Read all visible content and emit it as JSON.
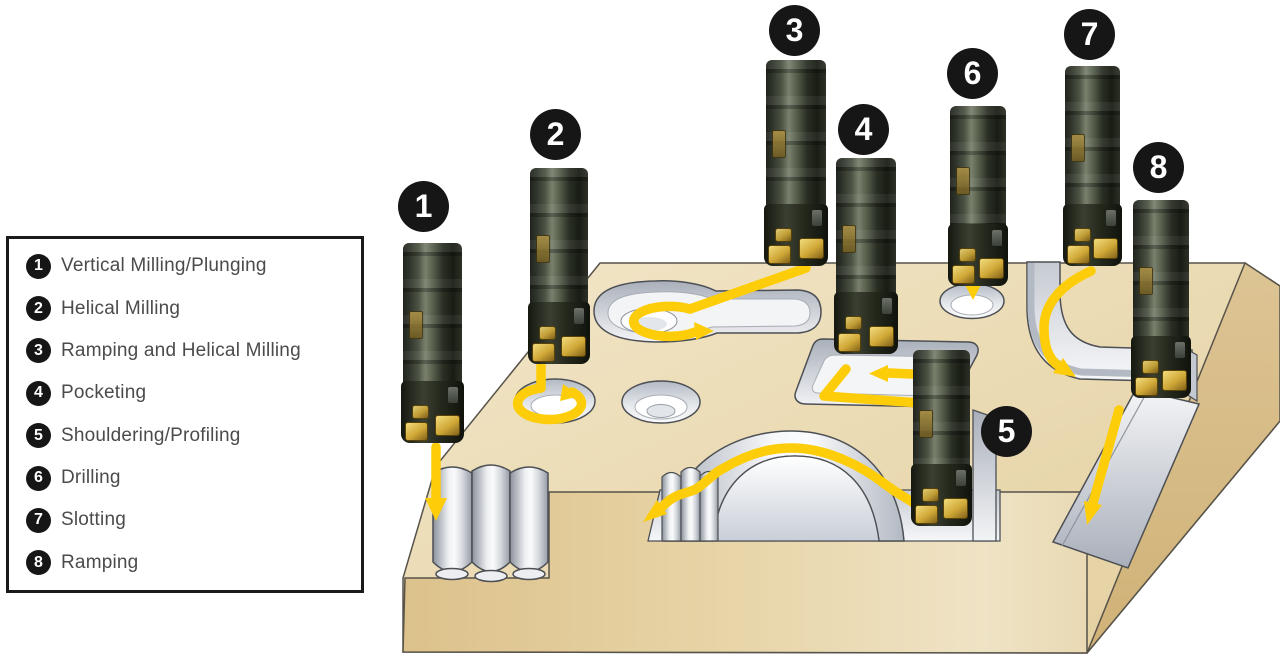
{
  "legend": {
    "items": [
      {
        "number": "1",
        "label": "Vertical Milling/Plunging"
      },
      {
        "number": "2",
        "label": "Helical Milling"
      },
      {
        "number": "3",
        "label": "Ramping and Helical Milling"
      },
      {
        "number": "4",
        "label": "Pocketing"
      },
      {
        "number": "5",
        "label": "Shouldering/Profiling"
      },
      {
        "number": "6",
        "label": "Drilling"
      },
      {
        "number": "7",
        "label": "Slotting"
      },
      {
        "number": "8",
        "label": "Ramping"
      }
    ]
  },
  "diagram": {
    "markers": [
      {
        "number": "1"
      },
      {
        "number": "2"
      },
      {
        "number": "3"
      },
      {
        "number": "4"
      },
      {
        "number": "5"
      },
      {
        "number": "6"
      },
      {
        "number": "7"
      },
      {
        "number": "8"
      }
    ]
  },
  "colors": {
    "path_yellow": "#FCCD08",
    "marker_black": "#161616",
    "workpiece_top": "#ecdcb2",
    "workpiece_front": "#dfc795",
    "workpiece_side": "#d8be8a",
    "machined_metal": "#e9ebee",
    "legend_text": "#4b4b4b",
    "outline": "#4c4f54"
  }
}
